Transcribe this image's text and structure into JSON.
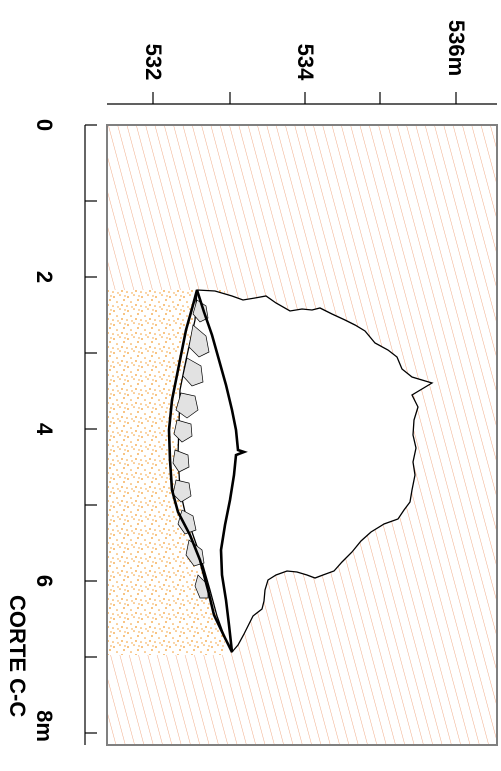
{
  "section": {
    "title": "CORTE C-C",
    "elevation_scale": {
      "labels": [
        "532",
        "534",
        "536m"
      ]
    },
    "distance_scale": {
      "labels": [
        "0",
        "2",
        "4",
        "6",
        "8m"
      ]
    }
  },
  "colors": {
    "hatch": "#f0a37c",
    "stipple": "#f39a2c",
    "outline": "#000000",
    "stone_fill": "#e2e2e2",
    "background": "#ffffff"
  },
  "materials": [
    "diagonal-hatch-fill",
    "stippled-sand-fill",
    "stone-pieces",
    "cavity-outline"
  ]
}
